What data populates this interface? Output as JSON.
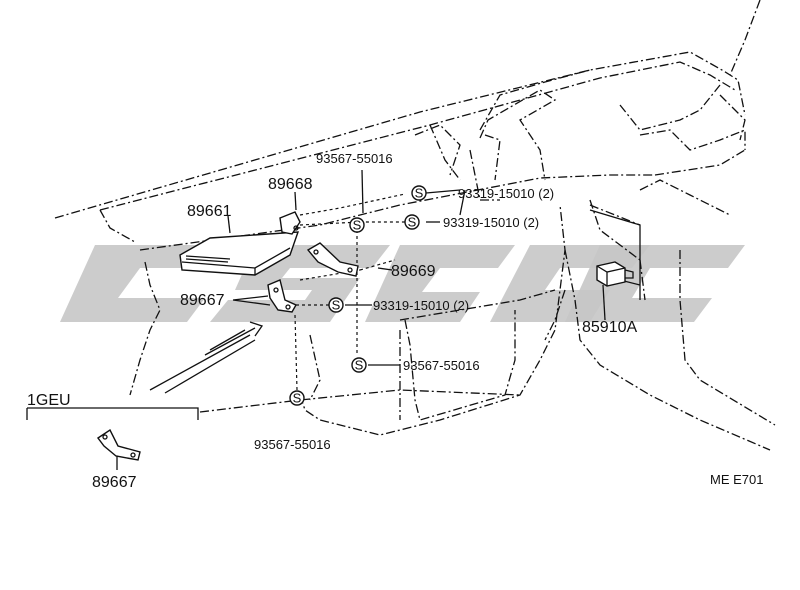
{
  "labels": {
    "p89661": "89661",
    "p89668": "89668",
    "p89669": "89669",
    "p89667a": "89667",
    "p89667b": "89667",
    "p85910A": "85910A",
    "s93567_top": "93567-55016",
    "s93567_mid": "93567-55016",
    "s93567_bot": "93567-55016",
    "s93319_a": "93319-15010 (2)",
    "s93319_b": "93319-15010 (2)",
    "s93319_c": "93319-15010 (2)",
    "variant": "1GEU",
    "code": "ME  E701"
  },
  "screw_symbol": "S"
}
